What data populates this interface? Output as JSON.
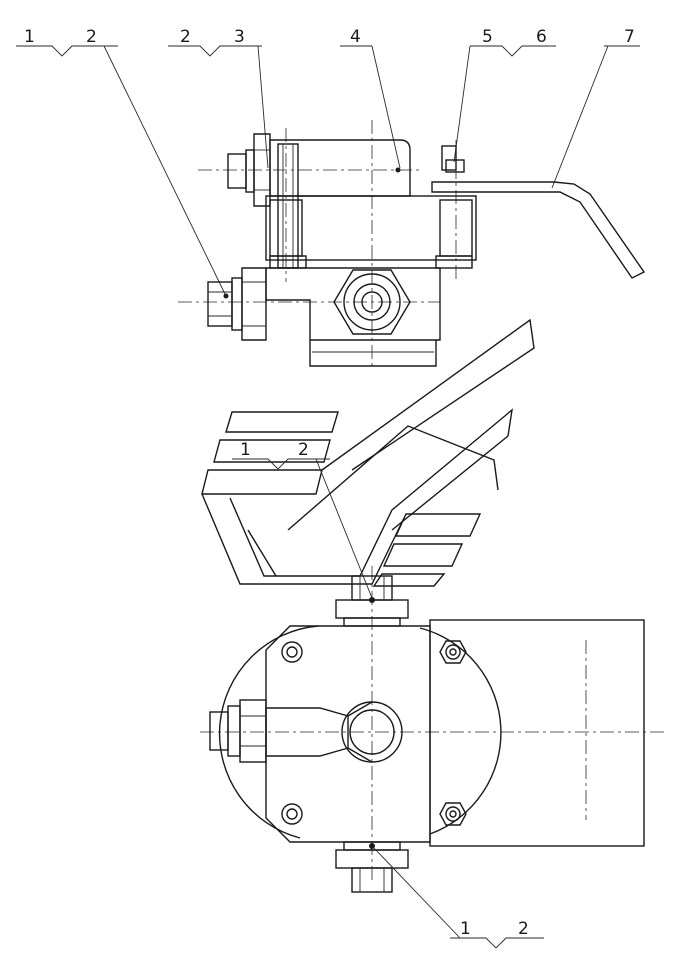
{
  "callouts": {
    "top_left_a": "1",
    "top_left_b": "2",
    "top_mid_a": "2",
    "top_mid_b": "3",
    "top_4": "4",
    "top_5": "5",
    "top_6": "6",
    "top_7": "7",
    "mid_a": "1",
    "mid_b": "2",
    "bottom_a": "1",
    "bottom_b": "2"
  },
  "colors": {
    "line": "#1a1a1a",
    "background": "#ffffff"
  }
}
